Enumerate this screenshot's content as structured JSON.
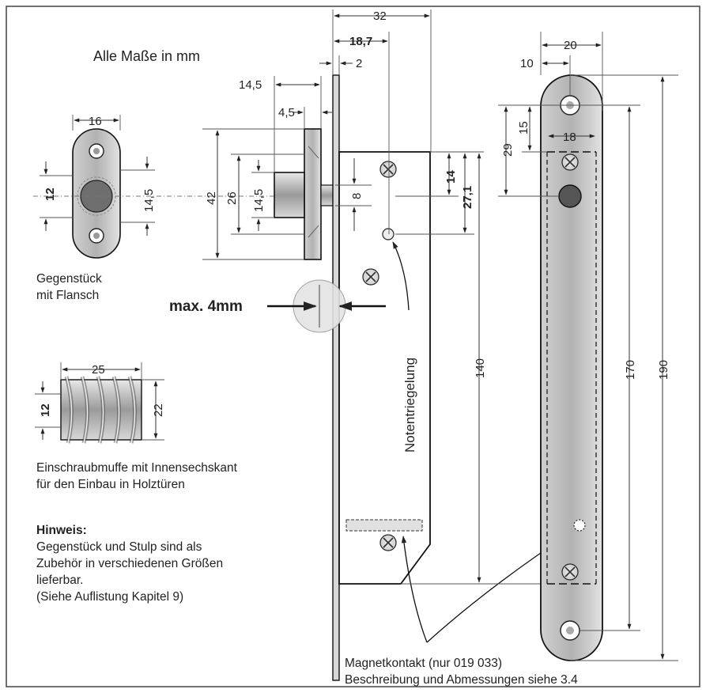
{
  "header": {
    "units_note": "Alle Maße in mm"
  },
  "dimensions": {
    "d32": "32",
    "d18_7": "18,7",
    "d2": "2",
    "d14_5_top": "14,5",
    "d4_5": "4,5",
    "d42": "42",
    "d26": "26",
    "d14_5_bolt": "14,5",
    "d8": "8",
    "d14": "14",
    "d27_1": "27,1",
    "d140": "140",
    "d16": "16",
    "d12_strike": "12",
    "d14_5_strike": "14,5",
    "d25": "25",
    "d12_sleeve": "12",
    "d22": "22",
    "d20": "20",
    "d10": "10",
    "d15": "15",
    "d29": "29",
    "d18": "18",
    "d170": "170",
    "d190": "190"
  },
  "labels": {
    "max_gap": "max. 4mm",
    "notentriegelung": "Notentriegelung",
    "strike_line1": "Gegenstück",
    "strike_line2": "mit Flansch",
    "sleeve_line1": "Einschraubmuffe mit Innensechskant",
    "sleeve_line2": "für den Einbau in Holztüren",
    "magnet_line1": "Magnetkontakt (nur 019 033)",
    "magnet_line2": "Beschreibung und Abmessungen siehe 3.4"
  },
  "note": {
    "title": "Hinweis:",
    "line1": "Gegenstück und Stulp sind als",
    "line2": "Zubehör in verschiedenen Größen",
    "line3": "lieferbar.",
    "line4": "(Siehe Auflistung Kapitel 9)"
  }
}
